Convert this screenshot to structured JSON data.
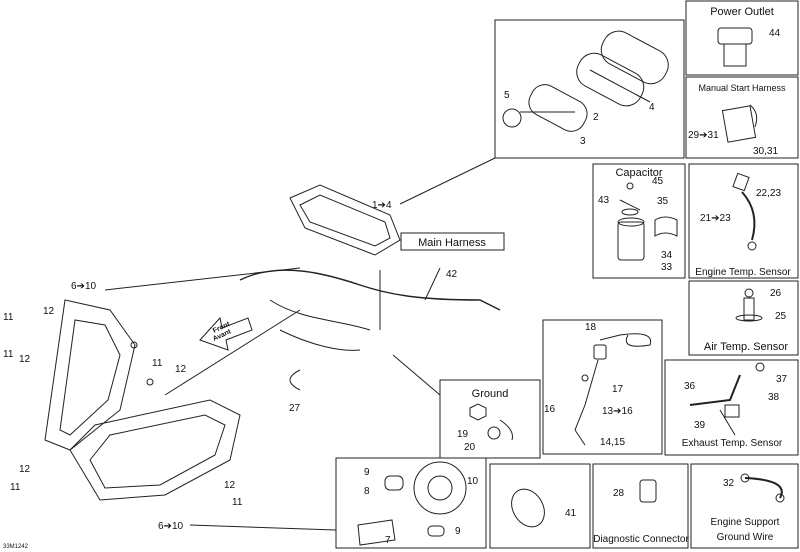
{
  "document_code": "33M1242",
  "panels": {
    "power_outlet": {
      "title": "Power Outlet",
      "callouts": [
        "44"
      ]
    },
    "manual_start_harness": {
      "title": "Manual Start Harness",
      "callouts": [
        "29➔31",
        "30,31"
      ]
    },
    "gauge_exploded": {
      "callouts": [
        "5",
        "2",
        "3",
        "4",
        "1➔4"
      ]
    },
    "capacitor": {
      "title": "Capacitor",
      "callouts": [
        "45",
        "43",
        "35",
        "34",
        "33"
      ]
    },
    "engine_temp_sensor": {
      "title": "Engine Temp. Sensor",
      "callouts": [
        "22,23",
        "21➔23"
      ]
    },
    "air_temp_sensor": {
      "title": "Air Temp. Sensor",
      "callouts": [
        "26",
        "25"
      ]
    },
    "exhaust_temp_sensor": {
      "title": "Exhaust Temp. Sensor",
      "callouts": [
        "36",
        "37",
        "38",
        "39"
      ]
    },
    "main_harness": {
      "title": "Main Harness",
      "callouts": [
        "42",
        "27"
      ]
    },
    "ground": {
      "title": "Ground",
      "callouts": [
        "19",
        "20"
      ]
    },
    "ignition_coil": {
      "callouts": [
        "18",
        "17",
        "16",
        "13➔16",
        "14,15"
      ]
    },
    "headlamp": {
      "callouts": [
        "6➔10",
        "12",
        "11",
        "12",
        "11",
        "11",
        "12",
        "12",
        "11",
        "12",
        "11",
        "6➔10"
      ]
    },
    "bulb_housing": {
      "callouts": [
        "9",
        "10",
        "8",
        "7",
        "9"
      ]
    },
    "clamp": {
      "callouts": [
        "41"
      ]
    },
    "diagnostic_connector": {
      "title": "Diagnostic Connector",
      "callouts": [
        "28"
      ]
    },
    "ground_wire": {
      "title": "Engine Support Ground Wire",
      "callouts": [
        "32"
      ]
    }
  },
  "front_arrow": {
    "line1": "Front",
    "line2": "Avant"
  }
}
